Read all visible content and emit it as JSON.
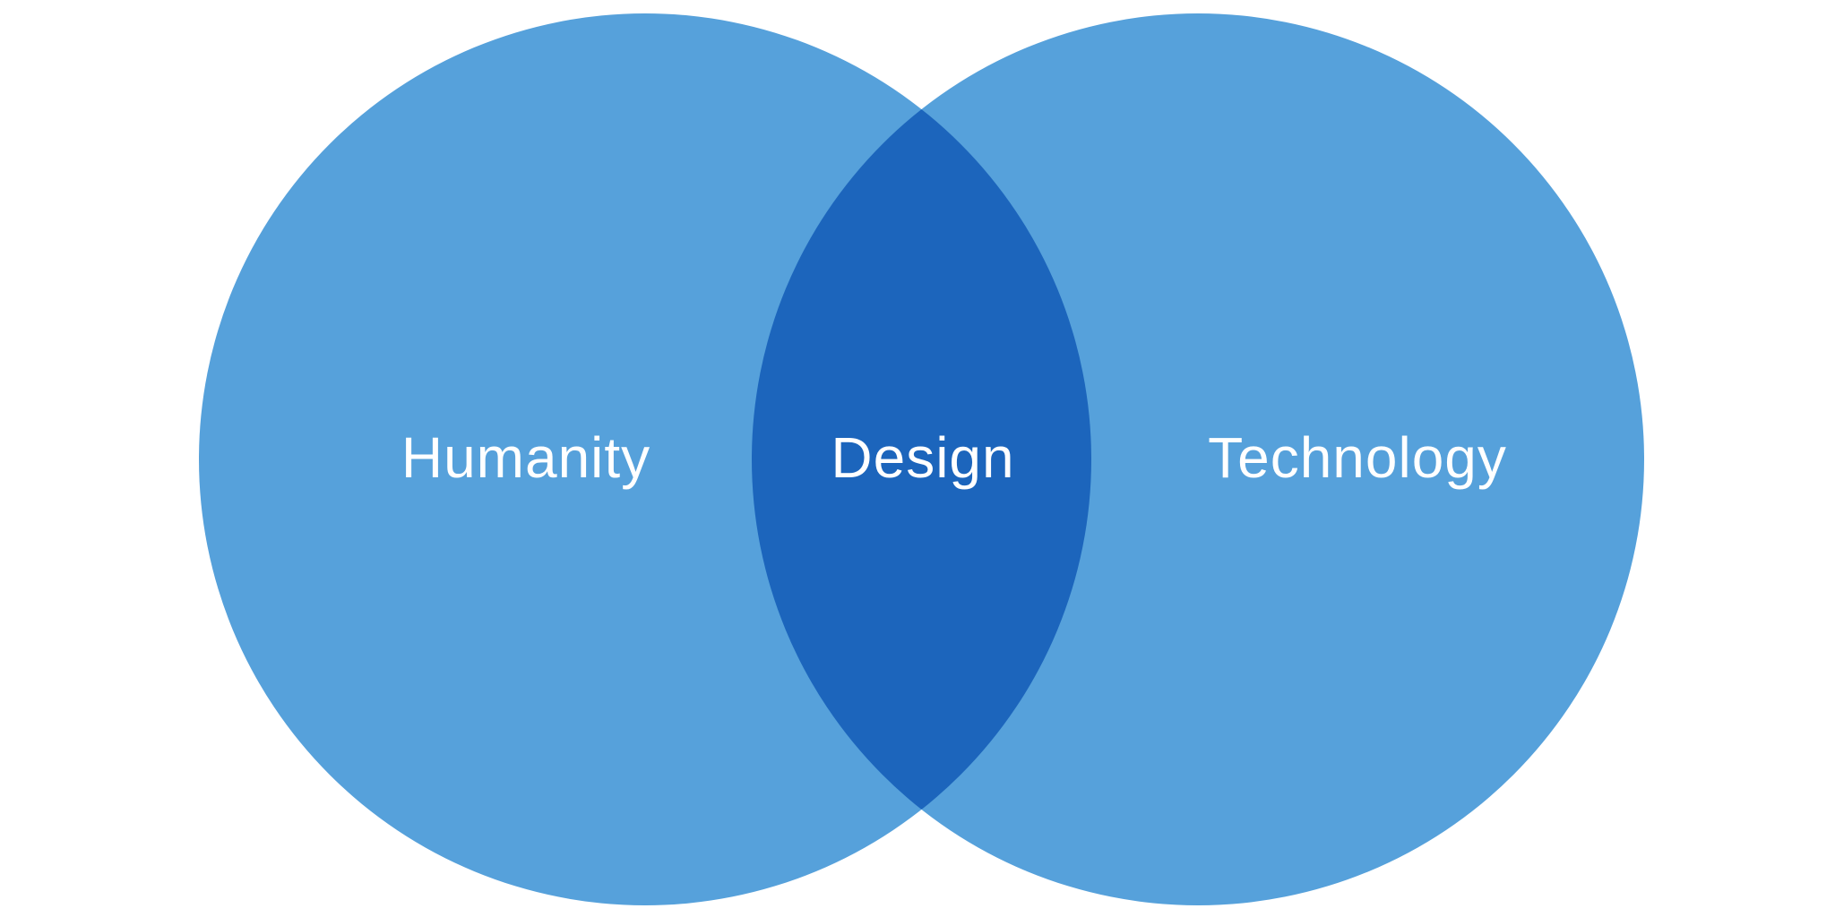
{
  "diagram": {
    "type": "venn",
    "sets": [
      {
        "id": "left",
        "label": "Humanity"
      },
      {
        "id": "right",
        "label": "Technology"
      }
    ],
    "intersection": {
      "label": "Design"
    }
  },
  "colors": {
    "background": "#ffffff",
    "circle_fill": "#56a1db",
    "intersection_fill": "#1c65bc",
    "label_text": "#ffffff"
  }
}
